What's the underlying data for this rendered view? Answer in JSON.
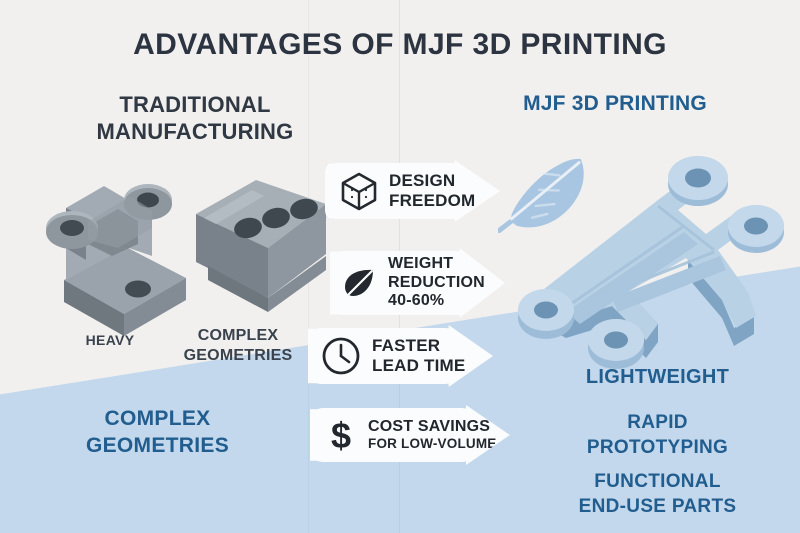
{
  "page": {
    "title": "ADVANTAGES OF MJF 3D PRINTING"
  },
  "columns": {
    "left": {
      "heading_line1": "TRADITIONAL",
      "heading_line2": "MANUFACTURING",
      "part_label_heavy": "HEAVY",
      "part_label_complex_line1": "COMPLEX",
      "part_label_complex_line2": "GEOMETRIES",
      "callout_line1": "COMPLEX",
      "callout_line2": "GEOMETRIES"
    },
    "right": {
      "heading": "MJF 3D PRINTING",
      "benefit_lightweight": "LIGHTWEIGHT",
      "benefit_rapid_line1": "RAPID",
      "benefit_rapid_line2": "PROTOTYPING",
      "benefit_functional_line1": "FUNCTIONAL",
      "benefit_functional_line2": "END-USE PARTS"
    }
  },
  "arrows": [
    {
      "icon": "cube-icon",
      "line1": "DESIGN",
      "line2": "FREEDOM",
      "line3": ""
    },
    {
      "icon": "leaf-icon",
      "line1": "WEIGHT",
      "line2": "REDUCTION",
      "line3": "40-60%"
    },
    {
      "icon": "clock-icon",
      "line1": "FASTER",
      "line2": "LEAD TIME",
      "line3": ""
    },
    {
      "icon": "dollar-icon",
      "line1": "COST SAVINGS",
      "line2": "FOR LOW-VOLUME",
      "line3": ""
    }
  ],
  "colors": {
    "background_light": "#f1f0ee",
    "background_blue": "#c3d8ec",
    "title_text": "#2b3440",
    "accent_blue": "#215d8e",
    "metal_part": "#8d969e",
    "printed_part": "#a9c5dc",
    "arrow_fill": "#fbfcfd"
  },
  "icons": {
    "feather": "feather-icon"
  }
}
